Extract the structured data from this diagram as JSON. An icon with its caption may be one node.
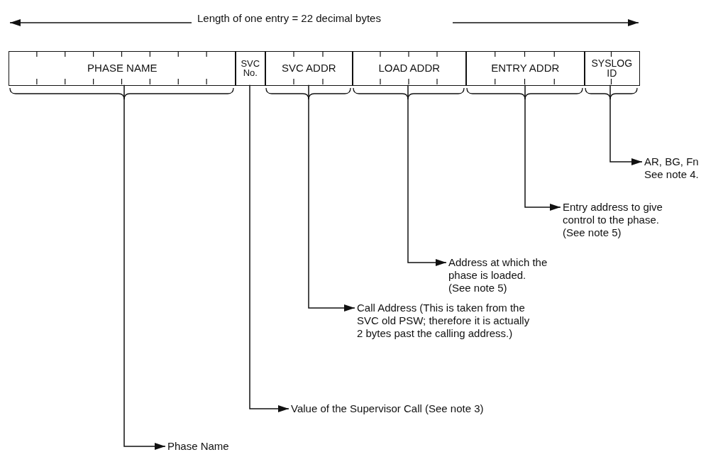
{
  "diagram": {
    "nodes": [
      {
        "text": [
          "PHASE NAME"
        ]
      },
      {
        "text": [
          "SVC No."
        ]
      },
      {
        "text": [
          "SVC ADDR"
        ]
      },
      {
        "text": [
          "LOAD ADDR"
        ]
      },
      {
        "text": [
          "ENTRY ADDR"
        ]
      },
      {
        "text": [
          "SYSLOG ID"
        ]
      },
      {
        "text": [
          "AR, BG, Fn",
          "See note 4."
        ]
      },
      {
        "text": [
          "Entry address to give control to the phase.",
          "(See note 5)"
        ]
      },
      {
        "text": [
          "Address at which the phase is loaded.",
          "(See note 5)"
        ]
      },
      {
        "text": [
          "Call Address (This is taken from the SVC old PSW; therefore it is actually 2 bytes past the calling address.)"
        ]
      },
      {
        "text": [
          "Value of the Supervisor Call (See note 3)"
        ]
      },
      {
        "text": [
          "Phase Name"
        ]
      }
    ],
    "edges": [
      {
        "from": 5,
        "to": 6,
        "arrow": "to"
      },
      {
        "from": 4,
        "to": 7,
        "arrow": "to"
      },
      {
        "from": 3,
        "to": 8,
        "arrow": "to"
      },
      {
        "from": 2,
        "to": 9,
        "arrow": "to"
      },
      {
        "from": 1,
        "to": 10,
        "arrow": "to"
      },
      {
        "from": 0,
        "to": 11,
        "arrow": "to"
      }
    ],
    "labels": [
      "Length of one entry = 22 decimal bytes"
    ]
  }
}
